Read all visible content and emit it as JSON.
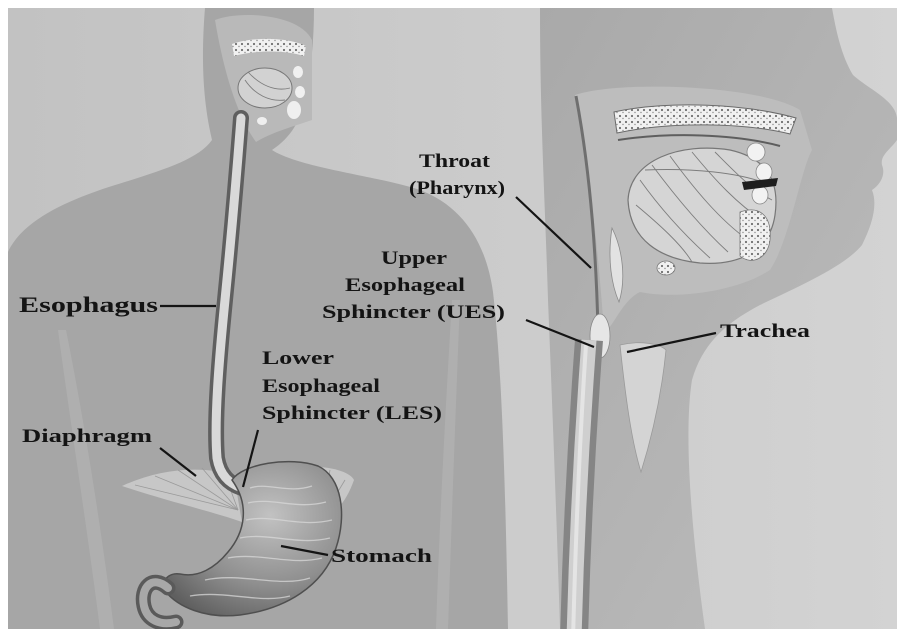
{
  "diagram": {
    "labels": {
      "esophagus": "Esophagus",
      "lower_esophageal_sphincter": [
        "Lower",
        "Esophageal",
        "Sphincter (LES)"
      ],
      "diaphragm": "Diaphragm",
      "stomach": "Stomach",
      "throat": [
        "Throat",
        "(Pharynx)"
      ],
      "upper_esophageal_sphincter": [
        "Upper",
        "Esophageal",
        "Sphincter (UES)"
      ],
      "trachea": "Trachea"
    }
  }
}
